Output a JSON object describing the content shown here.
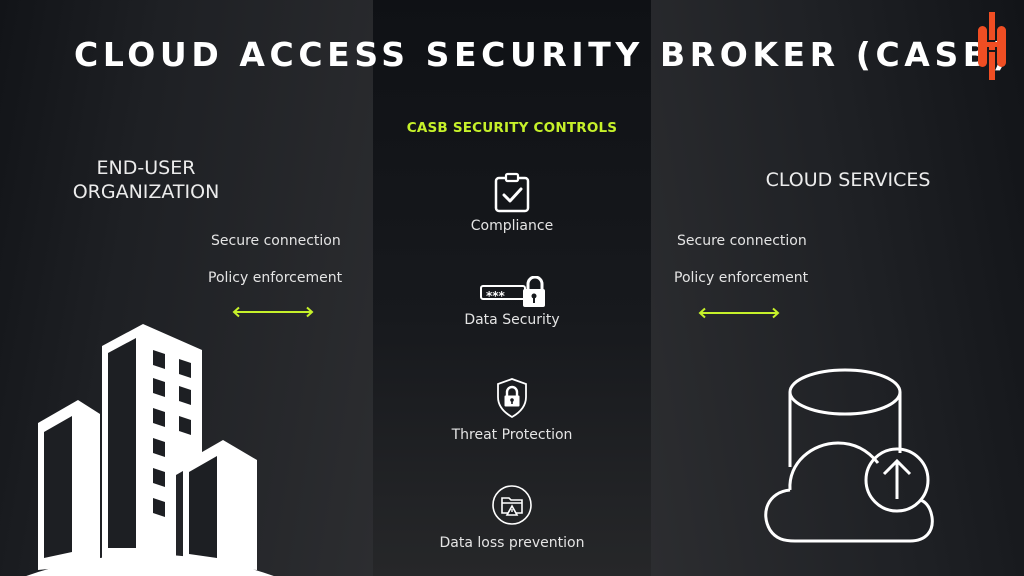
{
  "title": "CLOUD ACCESS SECURITY BROKER (CASB)",
  "logo": {
    "icon": "brand-logo-icon",
    "color": "#f04e23"
  },
  "colors": {
    "accent": "#c6f12a",
    "text": "#ffffff",
    "logo": "#f04e23"
  },
  "left": {
    "heading_line1": "END-USER",
    "heading_line2": "ORGANIZATION",
    "labels": [
      "Secure connection",
      "Policy enforcement"
    ],
    "connector": "bidirectional-arrow-icon",
    "illustration": "office-buildings-icon"
  },
  "center": {
    "heading": "CASB SECURITY CONTROLS",
    "controls": [
      {
        "label": "Compliance",
        "icon": "clipboard-check-icon"
      },
      {
        "label": "Data Security",
        "icon": "password-lock-icon"
      },
      {
        "label": "Threat Protection",
        "icon": "shield-lock-icon"
      },
      {
        "label": "Data loss prevention",
        "icon": "folder-warning-icon"
      }
    ]
  },
  "right": {
    "heading": "CLOUD SERVICES",
    "labels": [
      "Secure connection",
      "Policy enforcement"
    ],
    "connector": "bidirectional-arrow-icon",
    "illustration": "cloud-database-upload-icon"
  }
}
